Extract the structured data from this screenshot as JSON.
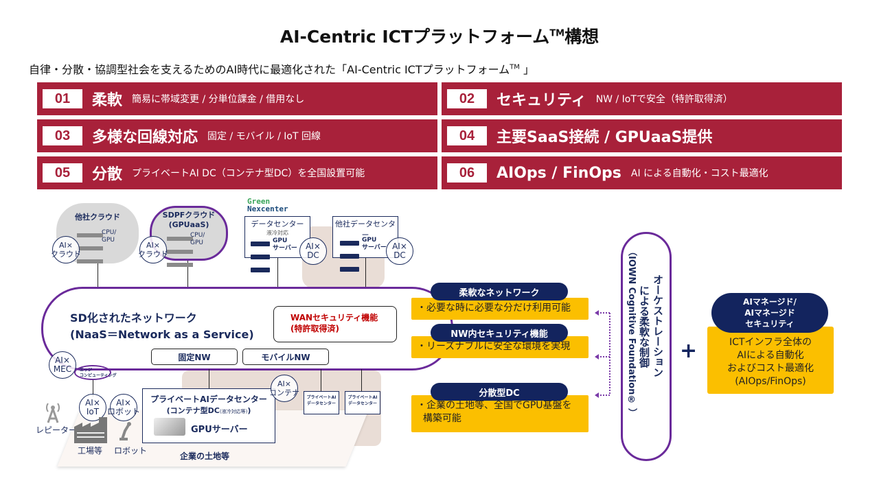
{
  "title": {
    "main": "AI-Centric ICTプラットフォーム",
    "tm": "TM",
    "suffix": "構想"
  },
  "subtitle": {
    "text": "自律・分散・協調型社会を支えるためのAI時代に最適化された「AI-Centric ICTプラットフォーム",
    "tm": "TM",
    "end": " 」"
  },
  "features": [
    {
      "num": "01",
      "head": "柔軟",
      "desc": "簡易に帯域変更 / 分単位課金 / 借用なし"
    },
    {
      "num": "02",
      "head": "セキュリティ",
      "desc": "NW / IoTで安全（特許取得済）"
    },
    {
      "num": "03",
      "head": "多様な回線対応",
      "desc": "固定 / モバイル / IoT 回線"
    },
    {
      "num": "04",
      "head": "主要SaaS接続 / GPUaaS提供",
      "desc": ""
    },
    {
      "num": "05",
      "head": "分散",
      "desc": "プライベートAI DC（コンテナ型DC）を全国設置可能"
    },
    {
      "num": "06",
      "head": "AIOps / FinOps",
      "desc": "AI による自動化・コスト最適化"
    }
  ],
  "colors": {
    "feature_bg": "#a8213a",
    "navy": "#13245e",
    "yellow": "#fbbf00",
    "purple": "#6a2a9a"
  },
  "diagram": {
    "cloud_other": {
      "label": "他社クラウド",
      "spec": "CPU/\nGPU",
      "badge": "AI×\nクラウド"
    },
    "cloud_sdpf": {
      "label": "SDPFクラウド\n(GPUaaS)",
      "spec": "CPU/\nGPU",
      "badge": "AI×\nクラウド"
    },
    "green_logo": {
      "line1": "Green",
      "line2": "Nexcenter"
    },
    "dc_green": {
      "label": "データセンター",
      "sub": "液冷対応",
      "spec": "GPU\nサーバー",
      "badge": "AI×\nDC"
    },
    "dc_other": {
      "label": "他社データセンター",
      "spec": "GPU\nサーバー",
      "badge": "AI×\nDC"
    },
    "network": {
      "title": "SD化されたネットワーク",
      "subtitle": "(NaaS＝Network as a Service)",
      "wan": "WANセキュリティ機能\n(特許取得済)",
      "fixed": "固定NW",
      "mobile": "モバイルNW"
    },
    "mec_badge": "AI×\nMEC",
    "edge_label": "エッジ\nコンピューティング",
    "iot_badge": "AI×\nIoT",
    "robot_badge": "AI×\nロボット",
    "container_badge": "AI×\nコンテナ",
    "repeater": "レピーター",
    "factory": "工場等",
    "robot": "ロボット",
    "private_dc": {
      "title": "プライベートAIデータセンター",
      "sub": "(コンテナ型DC",
      "sub_small": "(液冷対応等)",
      "sub_end": ")",
      "gpu": "GPUサーバー"
    },
    "land": "企業の土地等",
    "mini_dc": [
      {
        "label": "プライベートAI\nデータセンター"
      },
      {
        "label": "プライベートAI\nデータセンター"
      }
    ]
  },
  "callouts": [
    {
      "head": "柔軟なネットワーク",
      "body": "・必要な時に必要な分だけ利用可能"
    },
    {
      "head": "NW内セキュリティ機能",
      "body": "・リーズナブルに安全な環境を実現"
    },
    {
      "head": "分散型DC",
      "body": "・企業の土地等、全国でGPU基盤を\n  構築可能"
    }
  ],
  "orchestration": {
    "line1": "オーケストレーション",
    "line2": "による柔軟な制御",
    "line3": "（IOWN Cognitive Foundation® ）"
  },
  "plus": "+",
  "managed": {
    "head": "AIマネージド/\nAIマネージド\nセキュリティ",
    "body": "ICTインフラ全体の\nAIによる自動化\nおよびコスト最適化\n(AIOps/FinOps)"
  }
}
